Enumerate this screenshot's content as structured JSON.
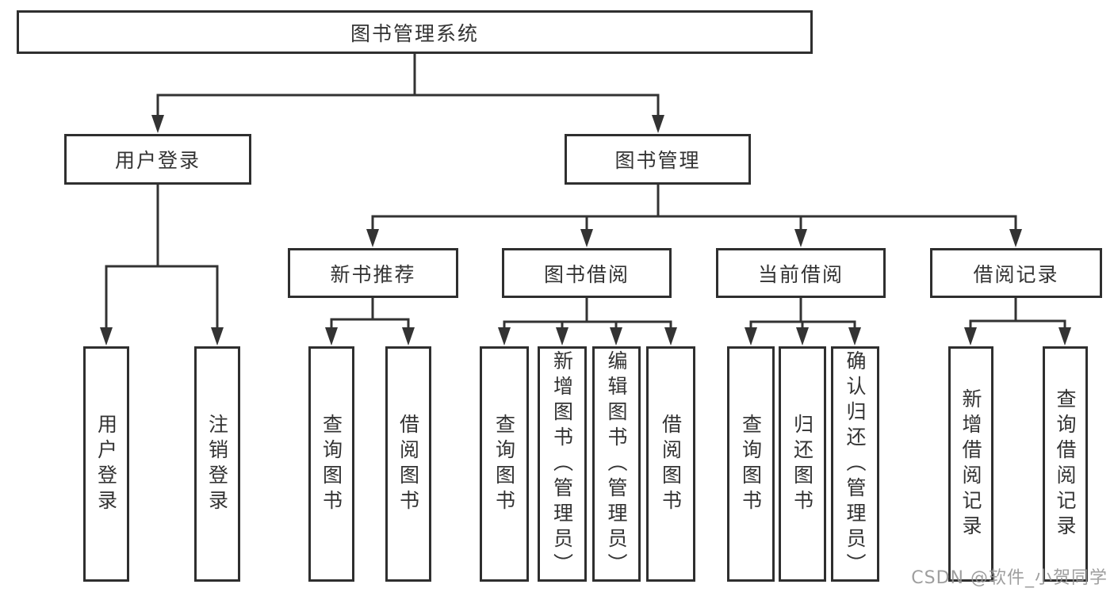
{
  "diagram": {
    "root": {
      "label": "图书管理系统"
    },
    "branches": [
      {
        "label": "用户登录",
        "children": [
          {
            "label": "用户登录"
          },
          {
            "label": "注销登录"
          }
        ]
      },
      {
        "label": "图书管理",
        "children": [
          {
            "label": "新书推荐",
            "children": [
              {
                "label": "查询图书"
              },
              {
                "label": "借阅图书"
              }
            ]
          },
          {
            "label": "图书借阅",
            "children": [
              {
                "label": "查询图书"
              },
              {
                "label": "新增图书（管理员）"
              },
              {
                "label": "编辑图书（管理员）"
              },
              {
                "label": "借阅图书"
              }
            ]
          },
          {
            "label": "当前借阅",
            "children": [
              {
                "label": "查询图书"
              },
              {
                "label": "归还图书"
              },
              {
                "label": "确认归还（管理员）"
              }
            ]
          },
          {
            "label": "借阅记录",
            "children": [
              {
                "label": "新增借阅记录"
              },
              {
                "label": "查询借阅记录"
              }
            ]
          }
        ]
      }
    ]
  },
  "watermark": {
    "text": "CSDN @软件_小贺同学"
  },
  "colors": {
    "line": "#333333",
    "box_border": "#2f2f2f",
    "text": "#333333",
    "watermark": "#949494",
    "background": "#ffffff"
  }
}
